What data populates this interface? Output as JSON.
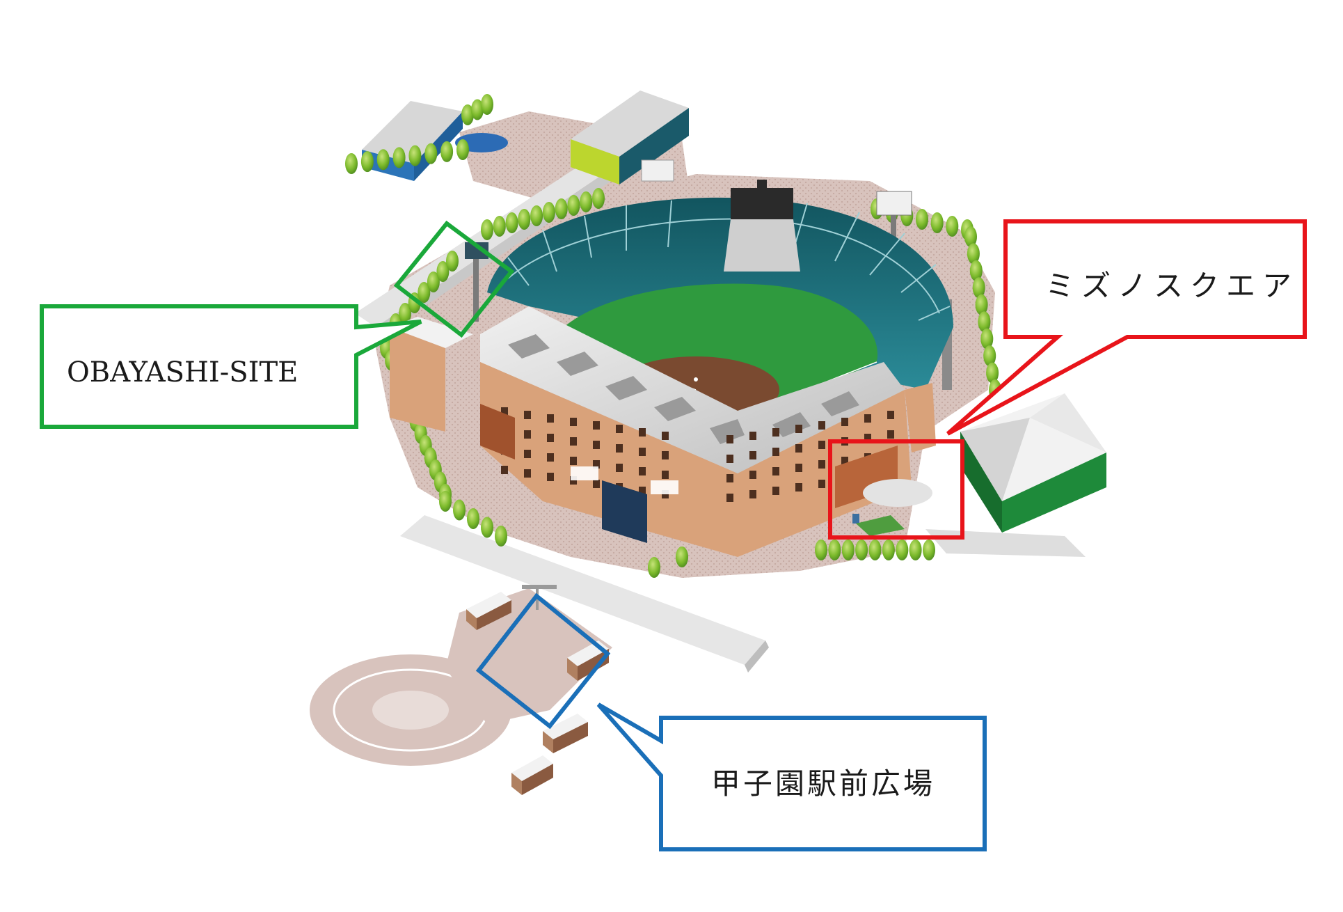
{
  "callouts": {
    "obayashi": {
      "label": "OBAYASHI-SITE",
      "color": "#1aa83a"
    },
    "mizuno": {
      "label": "ミズノスクエア",
      "color": "#e8141a"
    },
    "station": {
      "label": "甲子園駅前広場",
      "color": "#1a6fb8"
    }
  },
  "colors": {
    "plaza": "#d6c1bb",
    "stand": "#1e6a78",
    "field": "#2f9a3e",
    "infield": "#7a4a30",
    "roof": "#d9d9d9",
    "facade": "#d9a27a",
    "tree": "#7dbb2c",
    "road": "#e6e6e6"
  }
}
